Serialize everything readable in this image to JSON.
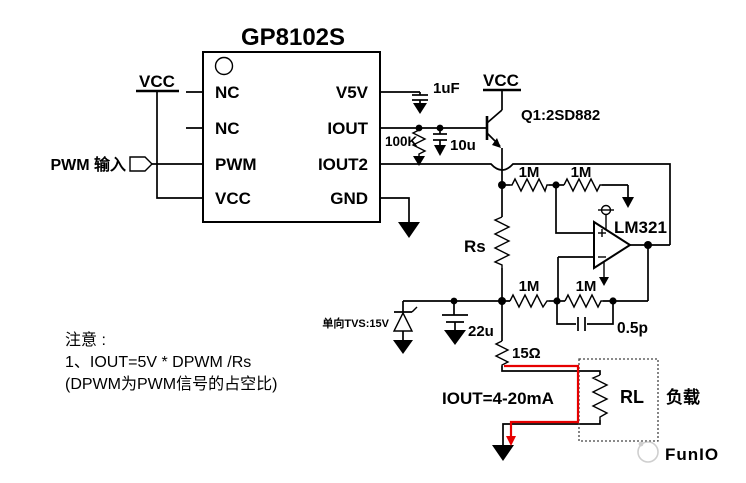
{
  "ic": {
    "title": "GP8102S",
    "left_pins": [
      "NC",
      "NC",
      "PWM",
      "VCC"
    ],
    "right_pins": [
      "V5V",
      "IOUT",
      "IOUT2",
      "GND"
    ]
  },
  "power": {
    "vcc_left": "VCC",
    "vcc_right": "VCC"
  },
  "input": {
    "pwm_label": "PWM 输入"
  },
  "components": {
    "c1": "1uF",
    "q1": "Q1:2SD882",
    "r_pull": "100K",
    "c2": "10u",
    "r1m_top_1": "1M",
    "r1m_top_2": "1M",
    "opamp": "LM321",
    "rs": "Rs",
    "r1m_bot_1": "1M",
    "r1m_bot_2": "1M",
    "c_05p": "0.5p",
    "tvs": "单向TVS:15V",
    "c_22u": "22u",
    "r_15": "15Ω",
    "rl": "RL",
    "load": "负载"
  },
  "annotations": {
    "iout_current": "IOUT=4-20mA",
    "note_title": "注意 :",
    "note_line1": "1、IOUT=5V * DPWM /Rs",
    "note_line2": "(DPWM为PWM信号的占空比)"
  },
  "watermark": {
    "text": "FunIO"
  },
  "colors": {
    "wire": "#000000",
    "accent_red": "#e60000",
    "opamp_blue": "#1e3c96",
    "watermark": "#c9c9c9"
  }
}
